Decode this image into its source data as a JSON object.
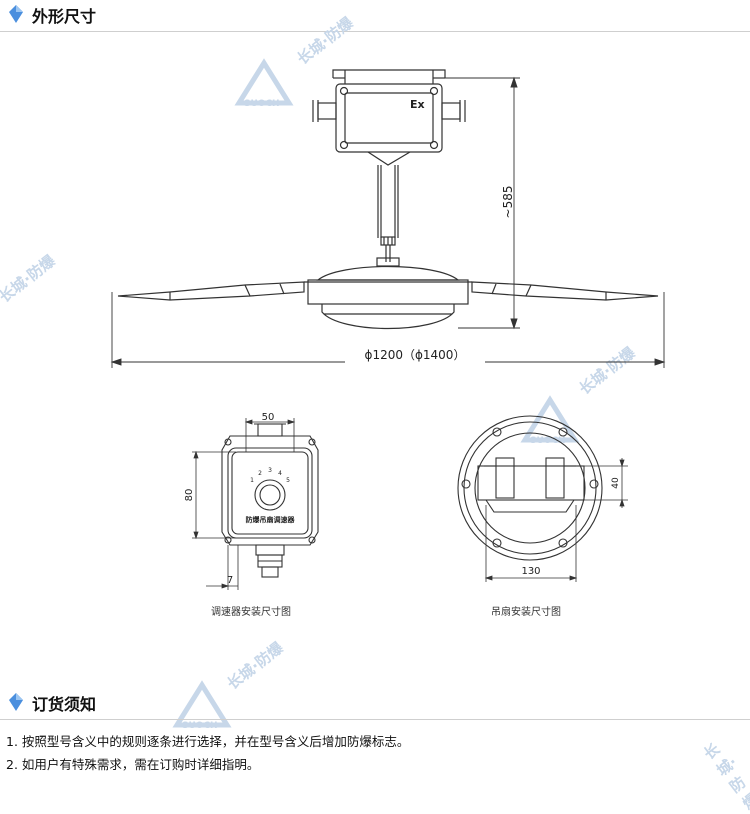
{
  "section1": {
    "title": "外形尺寸",
    "icon": "diamond-icon"
  },
  "section2": {
    "title": "订货须知",
    "icon": "diamond-icon"
  },
  "dimensions": {
    "height": "~585",
    "diameter": "ϕ1200（ϕ1400）",
    "controller_width": "50",
    "controller_height": "80",
    "controller_offset": "7",
    "fan_mount_width": "130",
    "fan_mount_height": "40"
  },
  "labels": {
    "junction_box_mark": "Ex",
    "controller_label": "防爆吊扇调速器",
    "dial_numbers": [
      "1",
      "2",
      "3",
      "4",
      "5"
    ]
  },
  "captions": {
    "controller": "调速器安装尺寸图",
    "fan_mount": "吊扇安装尺寸图"
  },
  "watermark": {
    "brand": "长城·防爆",
    "logo": "SUOCH"
  },
  "notes": [
    "1. 按照型号含义中的规则逐条进行选择，并在型号含义后增加防爆标志。",
    "2. 如用户有特殊需求，需在订购时详细指明。"
  ],
  "colors": {
    "accent": "#3a7fd0",
    "line": "#333333",
    "watermark": "#c7d7e9"
  }
}
